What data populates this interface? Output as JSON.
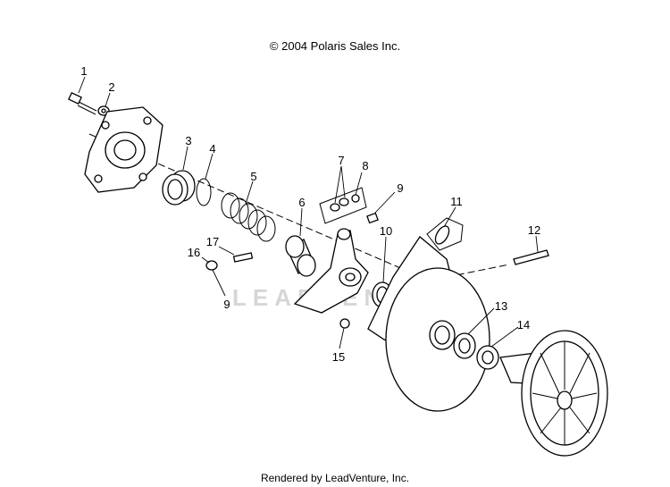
{
  "header": {
    "copyright": "© 2004 Polaris Sales Inc."
  },
  "footer": {
    "rendered_by": "Rendered by LeadVenture, Inc."
  },
  "watermark": {
    "text": "LEADVENTURE"
  },
  "callouts": [
    {
      "id": "c1",
      "label": "1"
    },
    {
      "id": "c2",
      "label": "2"
    },
    {
      "id": "c3",
      "label": "3"
    },
    {
      "id": "c4",
      "label": "4"
    },
    {
      "id": "c5",
      "label": "5"
    },
    {
      "id": "c6",
      "label": "6"
    },
    {
      "id": "c7",
      "label": "7"
    },
    {
      "id": "c8",
      "label": "8"
    },
    {
      "id": "c9a",
      "label": "9"
    },
    {
      "id": "c9b",
      "label": "9"
    },
    {
      "id": "c10",
      "label": "10"
    },
    {
      "id": "c11",
      "label": "11"
    },
    {
      "id": "c12",
      "label": "12"
    },
    {
      "id": "c13",
      "label": "13"
    },
    {
      "id": "c14",
      "label": "14"
    },
    {
      "id": "c15",
      "label": "15"
    },
    {
      "id": "c16",
      "label": "16"
    },
    {
      "id": "c17",
      "label": "17"
    }
  ]
}
